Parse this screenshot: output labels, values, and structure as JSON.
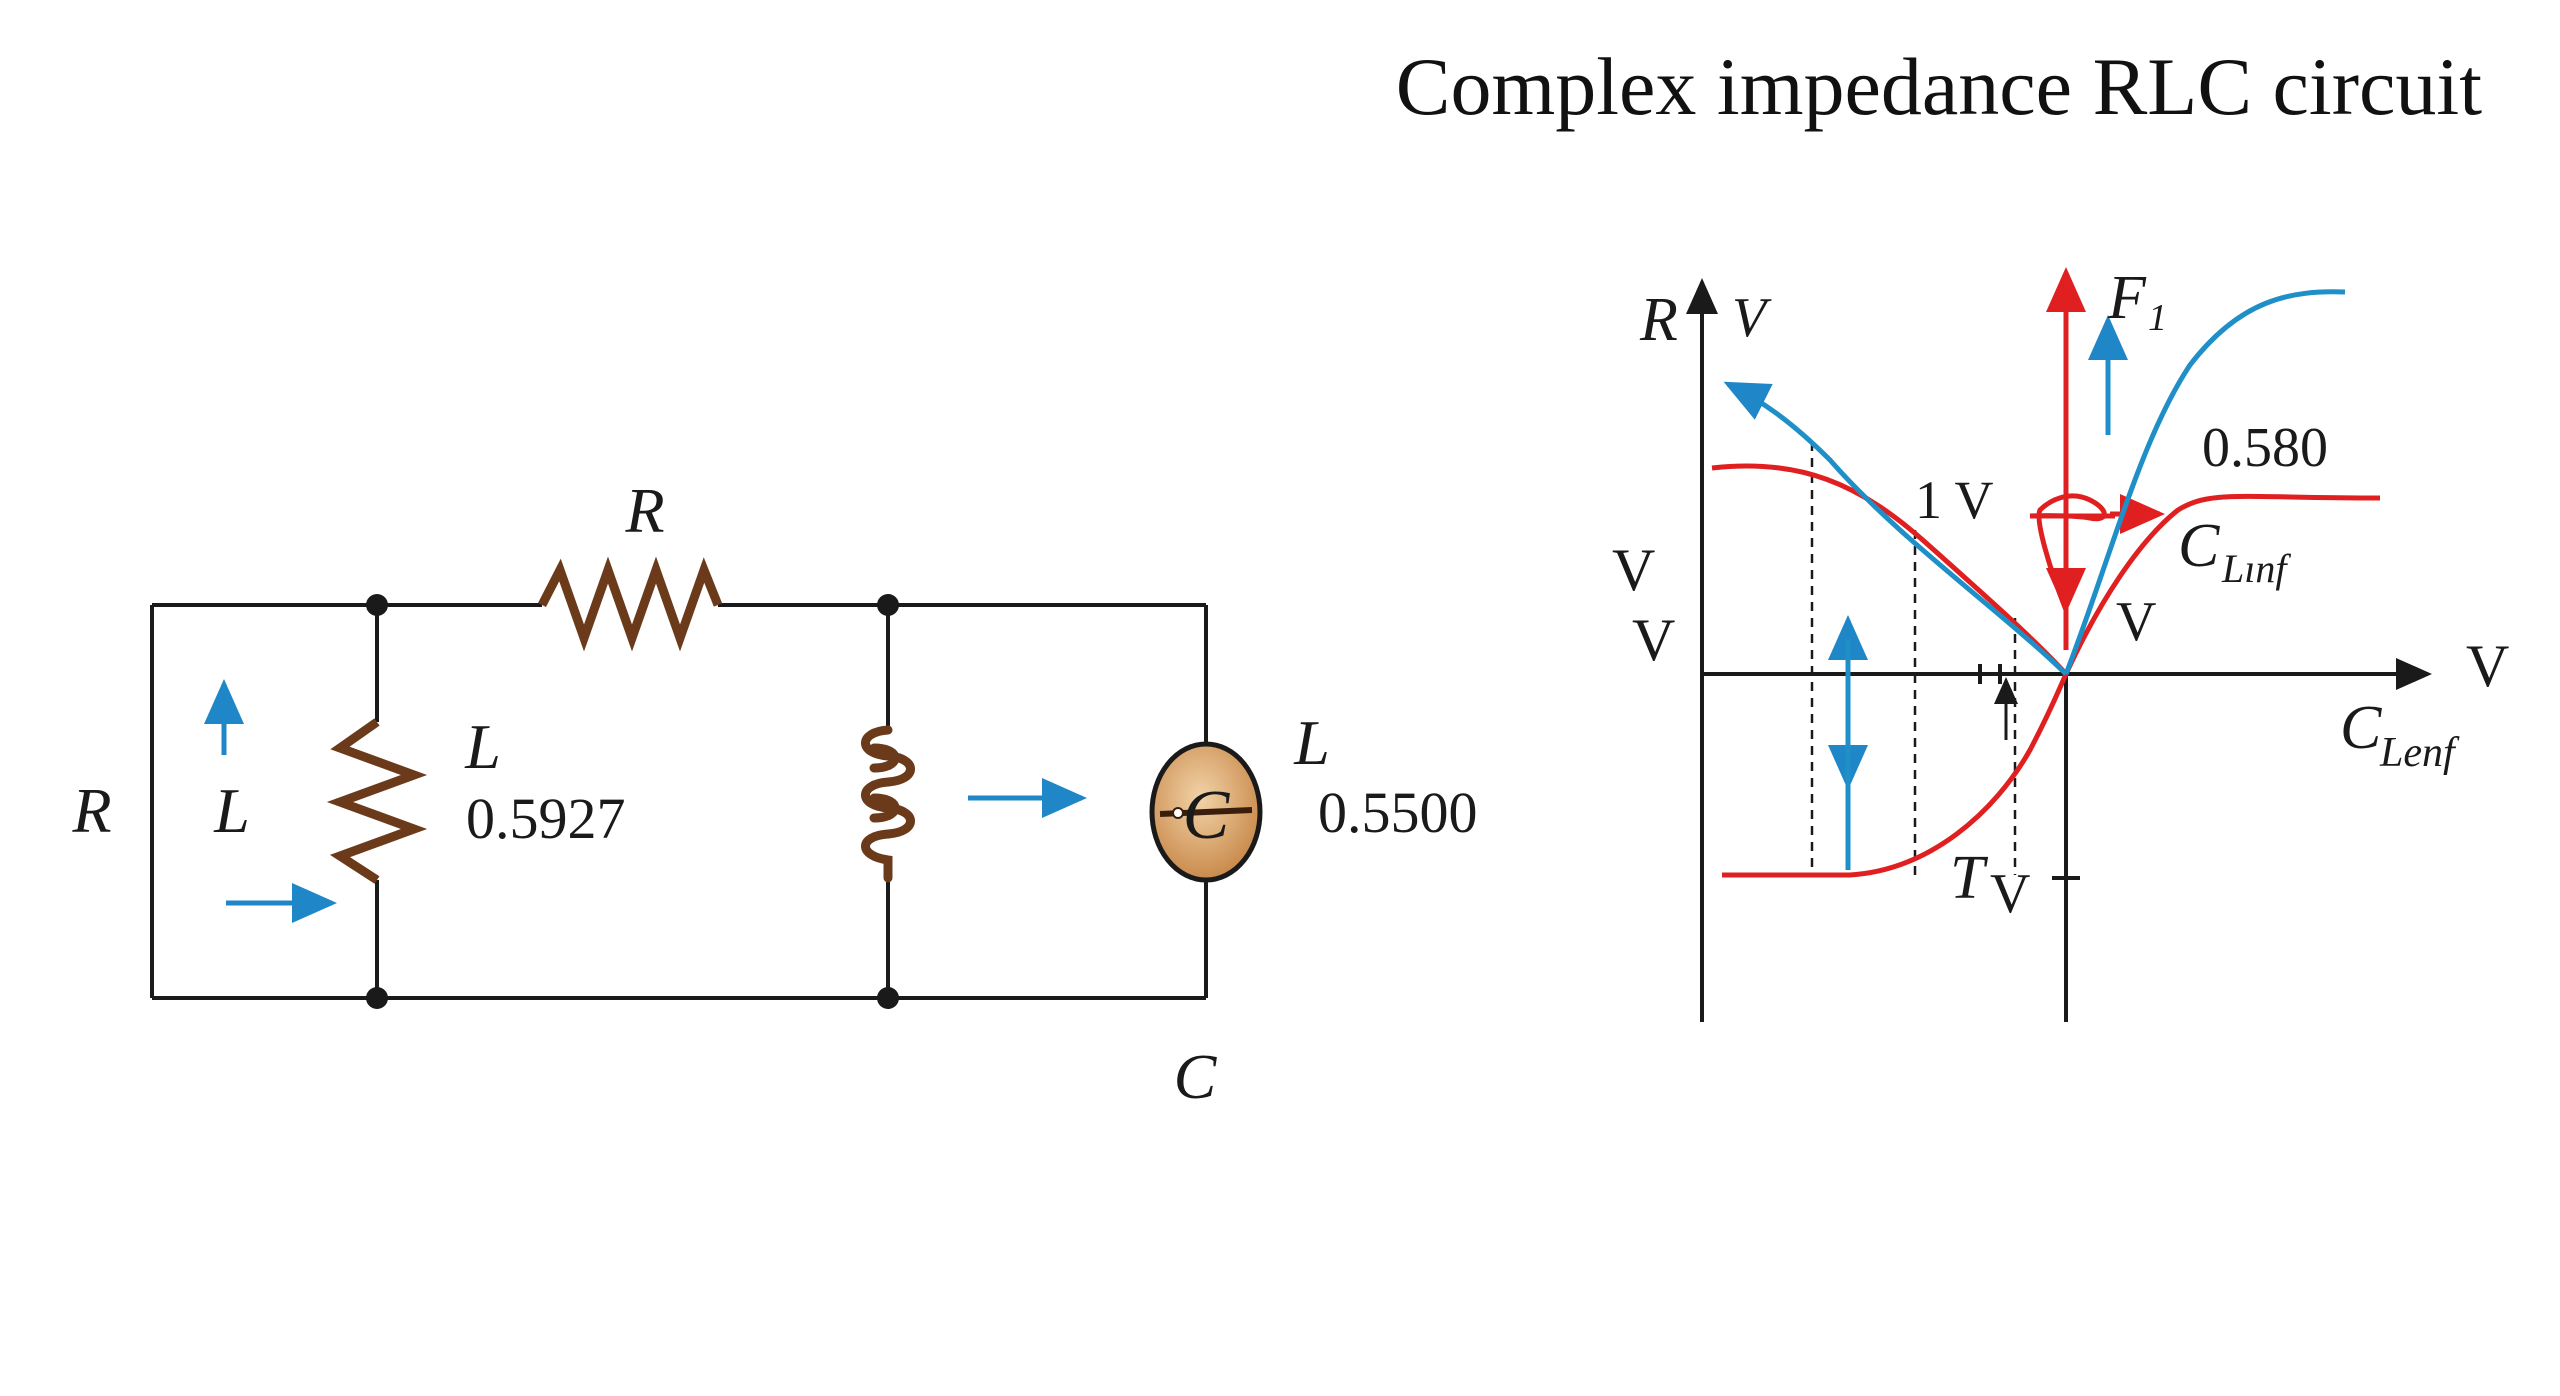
{
  "title": "Complex impedance RLC circuit",
  "colors": {
    "wire": "#1a1a1a",
    "component": "#6b3a1a",
    "capacitor_fill": "#d6a36a",
    "arrow_blue": "#1f87c8",
    "curve_red": "#e02020",
    "curve_blue": "#1f8fc8"
  },
  "circuit": {
    "label_left_r": "R",
    "label_top_r": "R",
    "label_l_current": "L",
    "label_l_branch": "L",
    "value_l_branch": "0.5927",
    "label_c_l": "L",
    "value_c": "0.5500",
    "label_c_center": "C",
    "label_bottom_c": "C"
  },
  "graph": {
    "label_r": "R",
    "label_v_top": "V",
    "label_f1": "F",
    "label_f1_sub": "1",
    "label_0580": "0.580",
    "label_1v": "1 V",
    "label_v_left1": "V",
    "label_v_left2": "V",
    "label_c_linf": "C",
    "label_c_linf_sub": "Lınf",
    "label_v_mid": "V",
    "label_v_right": "V",
    "label_c_lenf": "C",
    "label_c_lenf_sub": "Lenf",
    "label_tv_t": "T",
    "label_tv_v": "V"
  }
}
